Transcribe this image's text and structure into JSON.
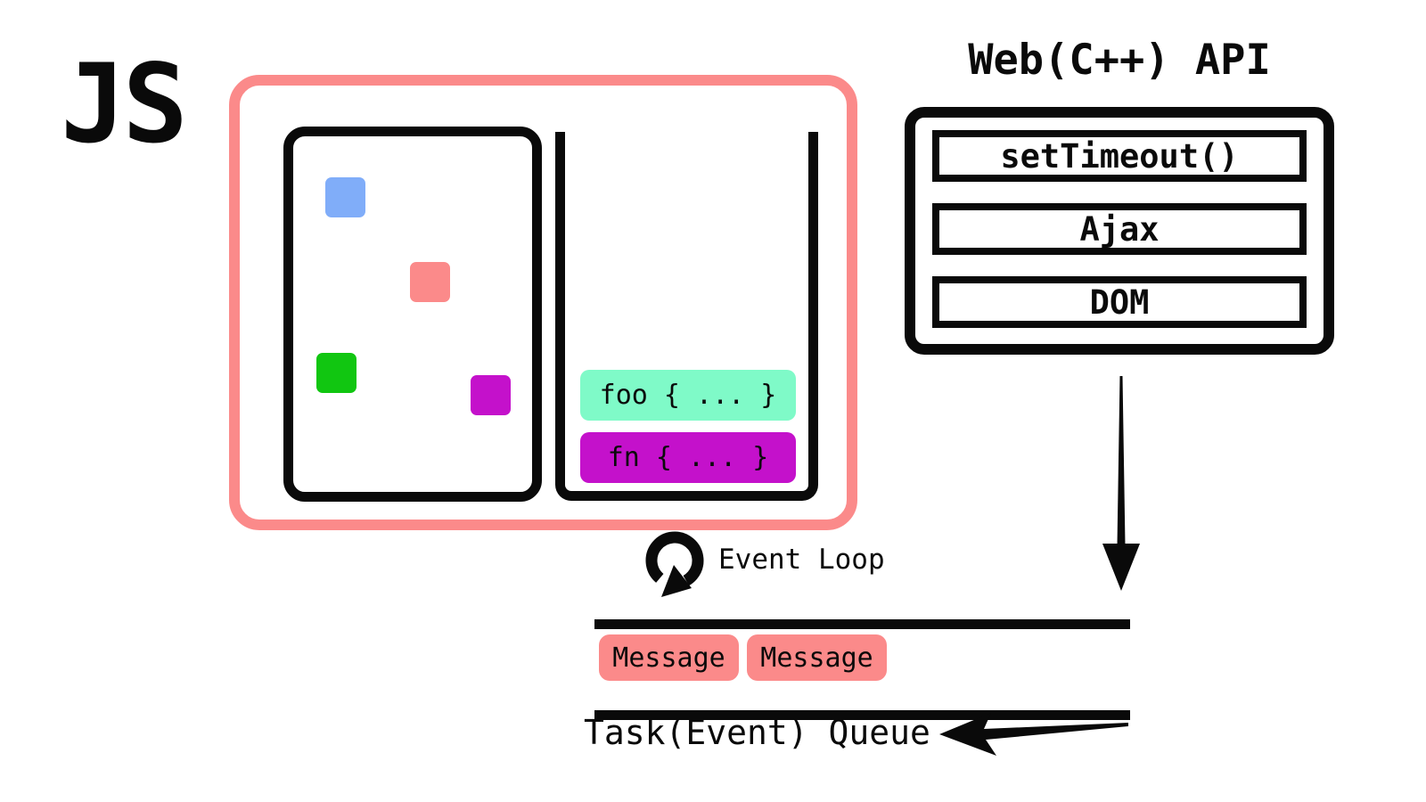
{
  "ink_color": "#0a0a0a",
  "js_runtime": {
    "label": "JS",
    "container_color": "#fb8a8a",
    "heap_blocks": [
      {
        "name": "blue-block",
        "color": "#80adf9"
      },
      {
        "name": "salmon-block",
        "color": "#fb8a8a"
      },
      {
        "name": "green-block",
        "color": "#11c611"
      },
      {
        "name": "magenta-block",
        "color": "#c411cb"
      }
    ],
    "call_stack_frames": [
      {
        "label": "foo { ... }",
        "color": "#7ffac8"
      },
      {
        "label": "fn { ... }",
        "color": "#c411cb"
      }
    ]
  },
  "web_api": {
    "title": "Web(C++) API",
    "items": [
      "setTimeout()",
      "Ajax",
      "DOM"
    ]
  },
  "event_loop": {
    "label": "Event Loop",
    "icon": "loop-arrow-icon"
  },
  "task_queue": {
    "messages": [
      "Message",
      "Message"
    ],
    "message_color": "#fb8a8a",
    "label": "Task(Event) Queue"
  }
}
